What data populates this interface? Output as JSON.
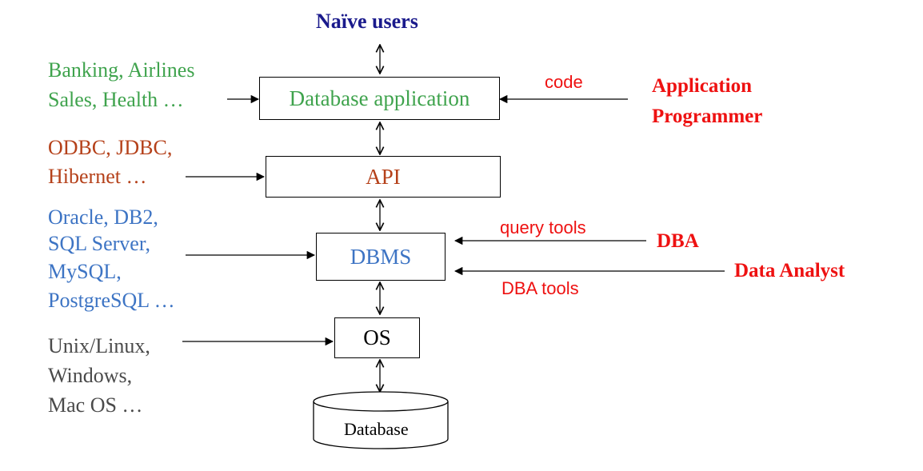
{
  "diagram": {
    "top_label": "Naïve users",
    "layers": {
      "application": "Database application",
      "api": "API",
      "dbms": "DBMS",
      "os": "OS",
      "database": "Database"
    },
    "left_labels": {
      "application": [
        "Banking, Airlines",
        "Sales, Health …"
      ],
      "api": [
        "ODBC, JDBC,",
        "Hibernet …"
      ],
      "dbms": [
        "Oracle, DB2,",
        "SQL Server,",
        "MySQL,",
        "PostgreSQL …"
      ],
      "os": [
        "Unix/Linux,",
        "Windows,",
        "Mac OS …"
      ]
    },
    "right_actors": {
      "application_programmer": [
        "Application",
        "Programmer"
      ],
      "dba": "DBA",
      "data_analyst": "Data Analyst"
    },
    "edge_labels": {
      "code": "code",
      "query_tools": "query tools",
      "dba_tools": "DBA tools"
    },
    "colors": {
      "application_group": "#3fa34d",
      "api_group": "#b5411a",
      "dbms_group": "#3d74c4",
      "os_group": "#4a4a4a",
      "actors": "#ee1111",
      "top_label": "#1a1a8c"
    }
  }
}
